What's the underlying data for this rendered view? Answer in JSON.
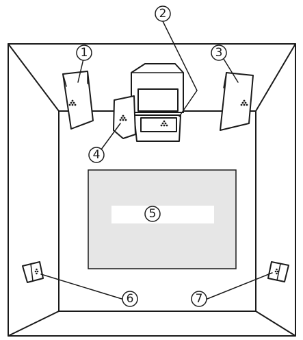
{
  "callouts": [
    "1",
    "2",
    "3",
    "4",
    "5",
    "6",
    "7"
  ],
  "colors": {
    "line": "#1a1a1a",
    "screen_fill": "#e6e6e6",
    "background": "#ffffff"
  },
  "icons": {
    "front_left_speaker": "speaker-icon",
    "center_speaker": "speaker-icon",
    "front_right_speaker": "speaker-icon",
    "subwoofer": "subwoofer-icon",
    "tv": "tv-icon",
    "surround_left_speaker": "speaker-icon",
    "surround_right_speaker": "speaker-icon"
  }
}
